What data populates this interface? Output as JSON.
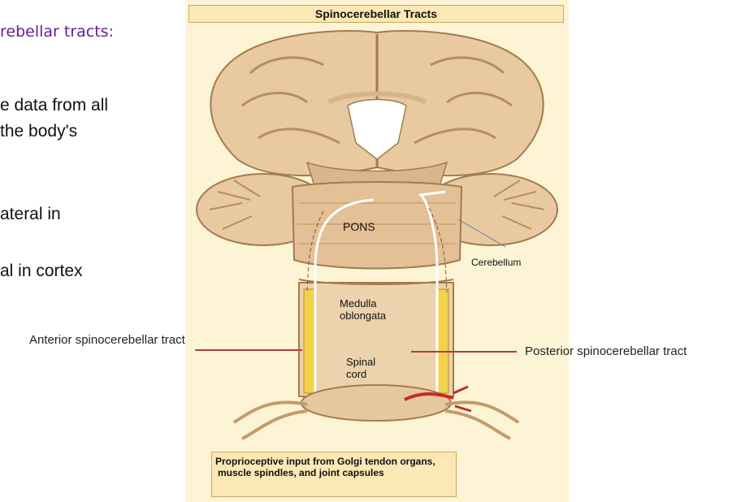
{
  "slide": {
    "heading_fragment": "rebellar tracts:",
    "bullet_lines": [
      "e data from all",
      "the body's",
      "ateral in",
      "al in cortex"
    ]
  },
  "figure": {
    "title": "Spinocerebellar Tracts",
    "labels": {
      "pons": "PONS",
      "cerebellum": "Cerebellum",
      "medulla": "Medulla oblongata",
      "spinal_cord": "Spinal cord"
    },
    "caption_lines": [
      "Proprioceptive input from Golgi tendon organs,",
      "muscle spindles, and joint capsules"
    ]
  },
  "callouts": {
    "anterior": "Anterior spinocerebellar tract",
    "posterior": "Posterior spinocerebellar tract"
  },
  "colors": {
    "heading": "#6a1a9a",
    "tissue": "#e8c9a0",
    "tissue_dark": "#c79a6b",
    "tract_yellow": "#f2d24a",
    "leader_red": "#b53a3a",
    "box_fill": "#fbe8b5"
  }
}
